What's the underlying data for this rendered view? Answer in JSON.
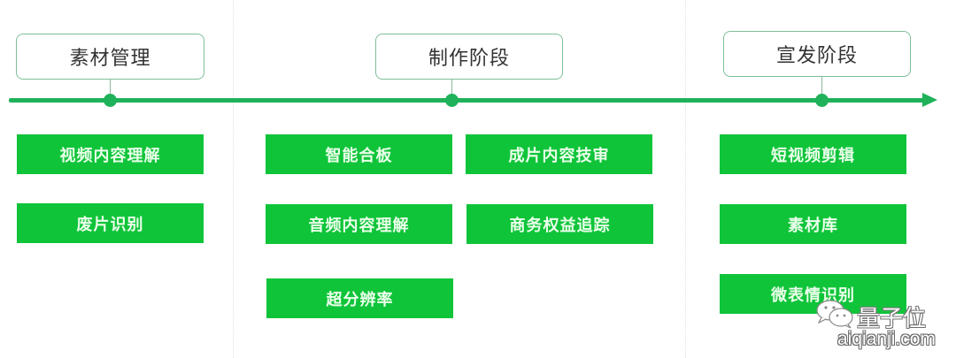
{
  "colors": {
    "timeline": "#1fb25a",
    "task_fill": "#10c43a",
    "stage_border": "#7fbf98"
  },
  "stages": [
    {
      "label": "素材管理",
      "tasks": [
        "视频内容理解",
        "废片识别"
      ]
    },
    {
      "label": "制作阶段",
      "tasks": [
        "智能合板",
        "音频内容理解",
        "超分辨率",
        "成片内容技审",
        "商务权益追踪"
      ]
    },
    {
      "label": "宣发阶段",
      "tasks": [
        "短视频剪辑",
        "素材库",
        "微表情识别"
      ]
    }
  ],
  "watermark": {
    "brand": "量子位",
    "url": "aiqianji.com"
  }
}
